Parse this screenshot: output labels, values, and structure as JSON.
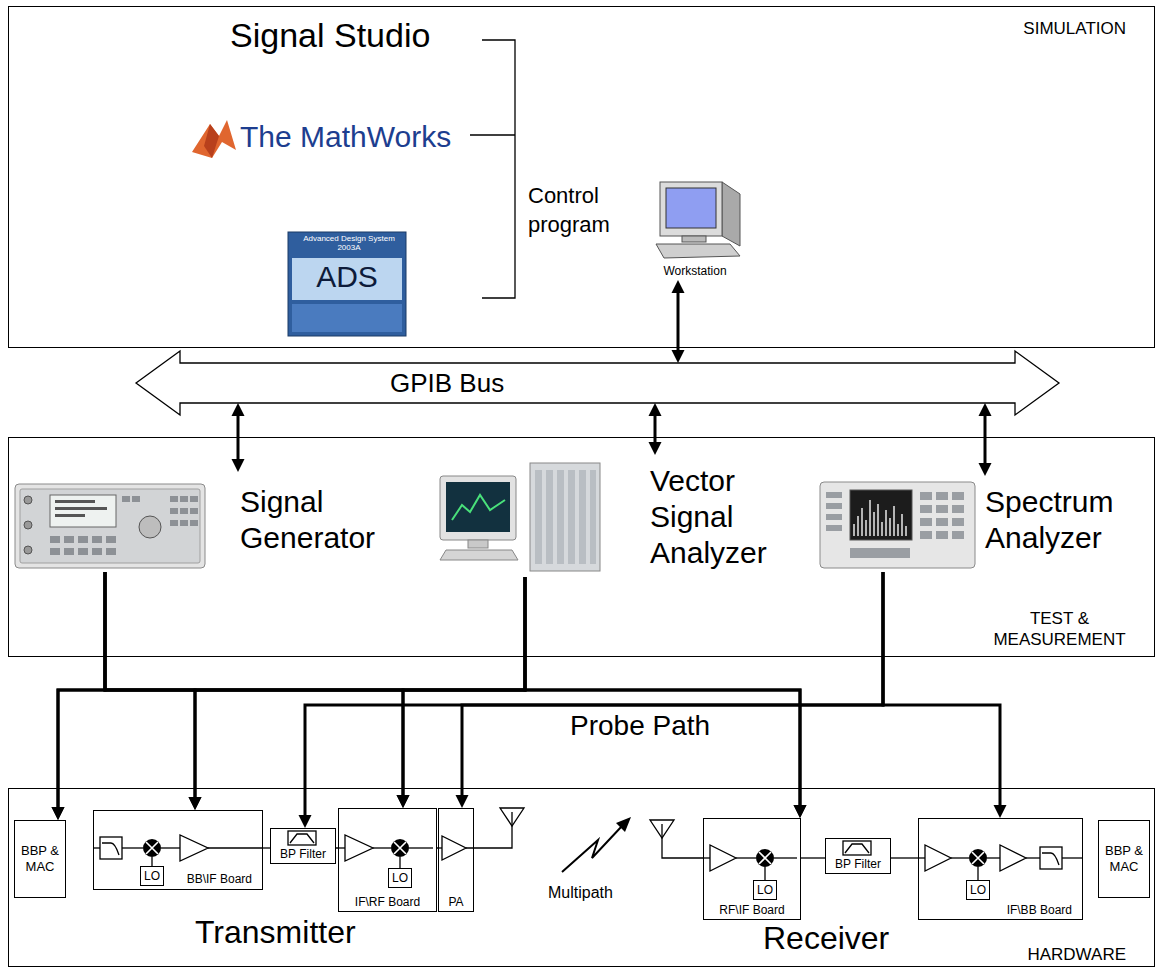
{
  "diagram": {
    "nodes": [
      {
        "text": [
          "SIMULATION"
        ]
      },
      {
        "text": [
          "Workstation"
        ],
        "in": 0
      },
      {
        "text": [
          "GPIB Bus"
        ]
      },
      {
        "text": [
          "TEST & MEASUREMENT"
        ]
      },
      {
        "text": [
          "Signal Generator"
        ],
        "in": 3
      },
      {
        "text": [
          "Vector Signal Analyzer"
        ],
        "in": 3
      },
      {
        "text": [
          "Spectrum Analyzer"
        ],
        "in": 3
      },
      {
        "text": [
          "HARDWARE"
        ]
      },
      {
        "text": [
          "BBP & MAC"
        ],
        "in": 7
      },
      {
        "text": [
          "BB\\IF Board"
        ],
        "in": 7
      },
      {
        "text": [
          "LO"
        ],
        "in": 9
      },
      {
        "text": [
          "BP Filter"
        ],
        "in": 7
      },
      {
        "text": [
          "IF\\RF Board"
        ],
        "in": 7
      },
      {
        "text": [
          "LO"
        ],
        "in": 12
      },
      {
        "text": [
          "PA"
        ],
        "in": 7
      },
      {
        "text": [
          "RF\\IF Board"
        ],
        "in": 7
      },
      {
        "text": [
          "LO"
        ],
        "in": 15
      },
      {
        "text": [
          "BP Filter"
        ],
        "in": 7
      },
      {
        "text": [
          "IF\\BB Board"
        ],
        "in": 7
      },
      {
        "text": [
          "LO"
        ],
        "in": 18
      },
      {
        "text": [
          "BBP & MAC"
        ],
        "in": 7
      }
    ],
    "edges": [
      {
        "from": 1,
        "to": 2,
        "arrow": "both"
      },
      {
        "from": 2,
        "to": 4,
        "arrow": "both"
      },
      {
        "from": 2,
        "to": 5,
        "arrow": "both"
      },
      {
        "from": 2,
        "to": 6,
        "arrow": "both"
      },
      {
        "from": 4,
        "to": 8,
        "arrow": "to"
      },
      {
        "from": 4,
        "to": 9,
        "arrow": "to"
      },
      {
        "from": 4,
        "to": 12,
        "arrow": "to"
      },
      {
        "from": 4,
        "to": 15,
        "arrow": "to"
      },
      {
        "from": 5,
        "to": 8,
        "arrow": "to"
      },
      {
        "from": 5,
        "to": 9,
        "arrow": "to"
      },
      {
        "from": 5,
        "to": 12,
        "arrow": "to"
      },
      {
        "from": 5,
        "to": 15,
        "arrow": "to"
      },
      {
        "from": 6,
        "to": 11,
        "arrow": "to"
      },
      {
        "from": 6,
        "to": 14,
        "arrow": "to"
      },
      {
        "from": 6,
        "to": 18,
        "arrow": "to"
      },
      {
        "from": 9,
        "to": 11,
        "arrow": "none"
      },
      {
        "from": 11,
        "to": 12,
        "arrow": "none"
      },
      {
        "from": 12,
        "to": 14,
        "arrow": "none"
      },
      {
        "from": 15,
        "to": 17,
        "arrow": "none"
      },
      {
        "from": 17,
        "to": 18,
        "arrow": "none"
      }
    ],
    "labels": [
      "Signal Studio",
      "The MathWorks",
      "Advanced Design System 2003A",
      "ADS",
      "Control program",
      "Probe Path",
      "Transmitter",
      "Multipath",
      "Receiver"
    ]
  }
}
